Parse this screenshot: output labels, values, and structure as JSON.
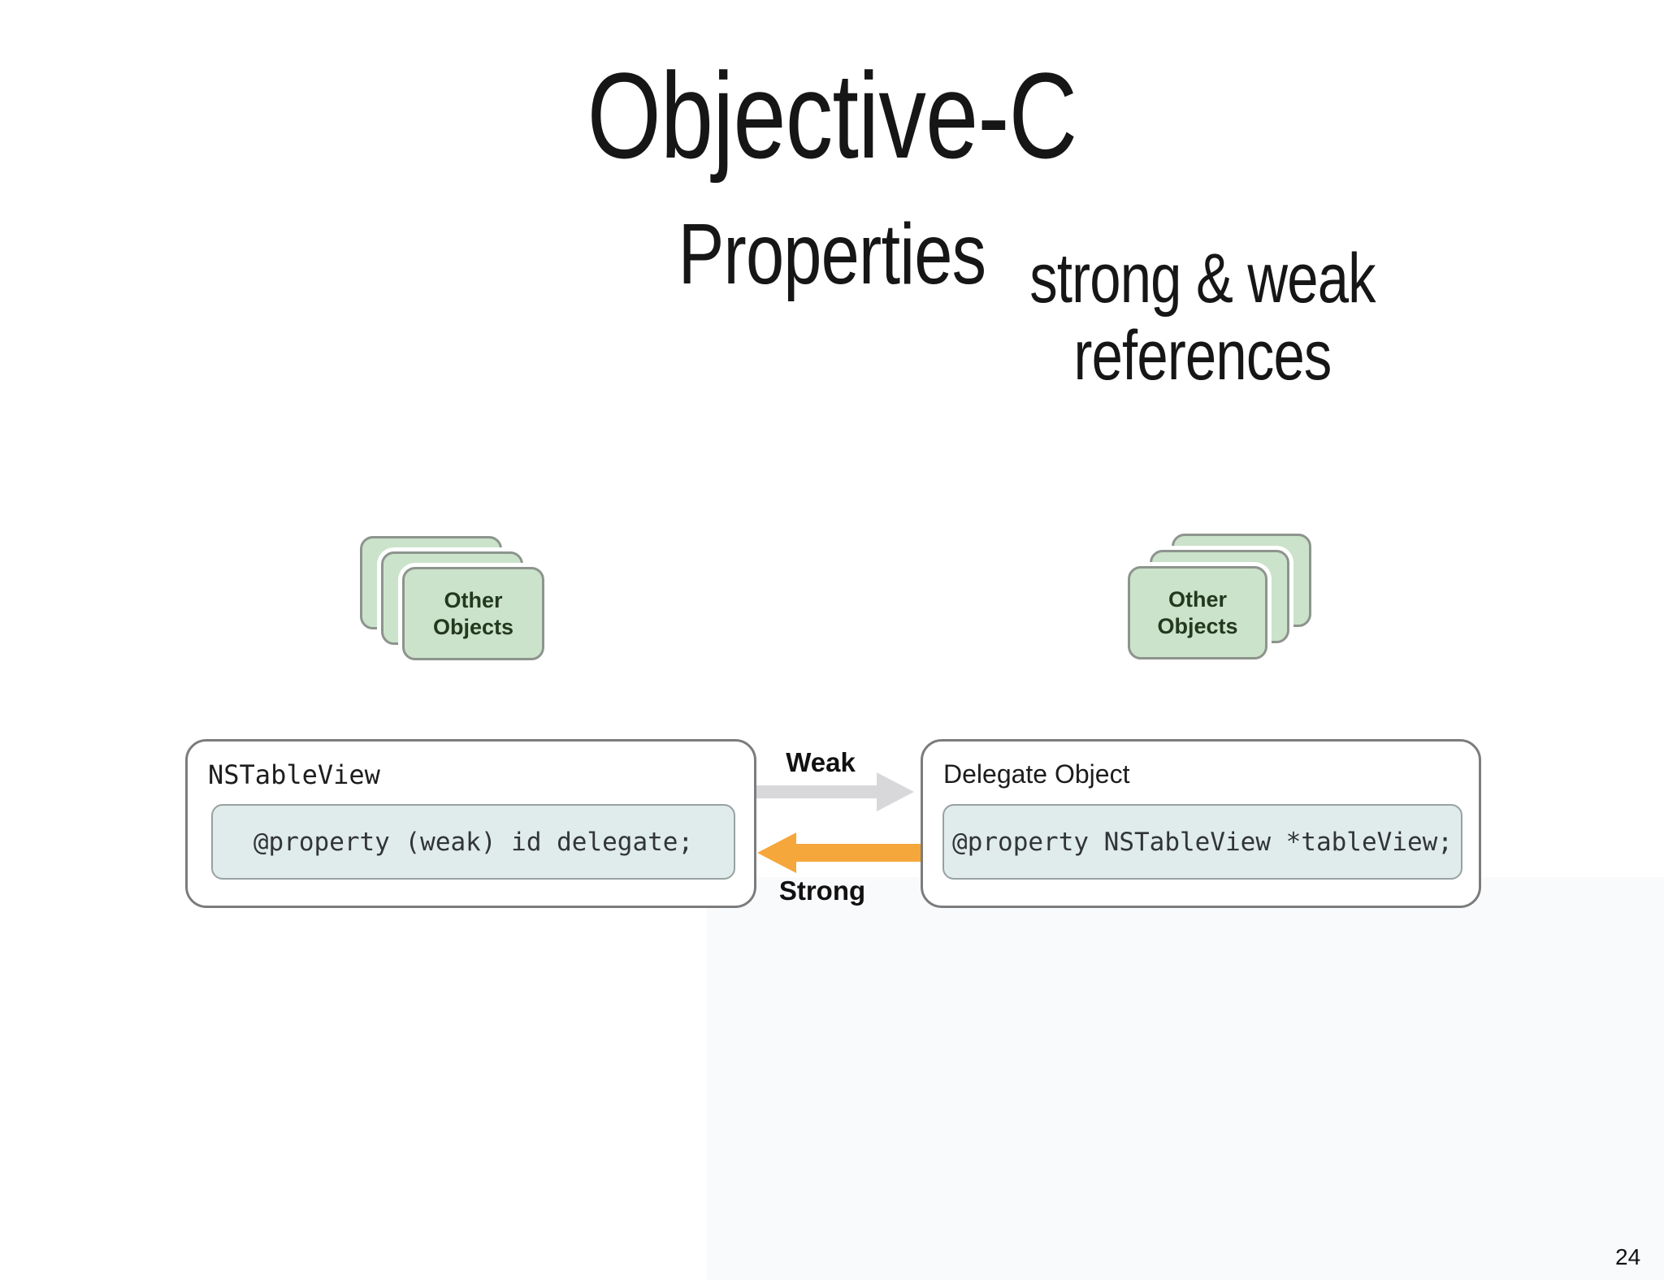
{
  "slide": {
    "title": "Objective-C",
    "subtitle": "Properties",
    "tagline": "strong & weak references",
    "page_number": "24"
  },
  "diagram": {
    "left_stack": {
      "label": "Other\nObjects"
    },
    "right_stack": {
      "label": "Other\nObjects"
    },
    "table_view_box": {
      "title": "NSTableView",
      "code": "@property (weak) id delegate;"
    },
    "delegate_box": {
      "title": "Delegate Object",
      "code": "@property NSTableView *tableView;"
    },
    "weak_arrow": {
      "label": "Weak",
      "color": "#d8d8da"
    },
    "strong_arrow": {
      "label": "Strong",
      "color": "#f5a73c"
    }
  },
  "colors": {
    "card_fill": "#cbe3ca",
    "card_border": "#8d948d",
    "card_text": "#24381f",
    "code_well_fill": "#e0ebeb",
    "code_well_border": "#97a2a1",
    "box_border": "#7c7c7c",
    "weak_gray": "#d8d8da",
    "strong_orange": "#f5a73c"
  }
}
